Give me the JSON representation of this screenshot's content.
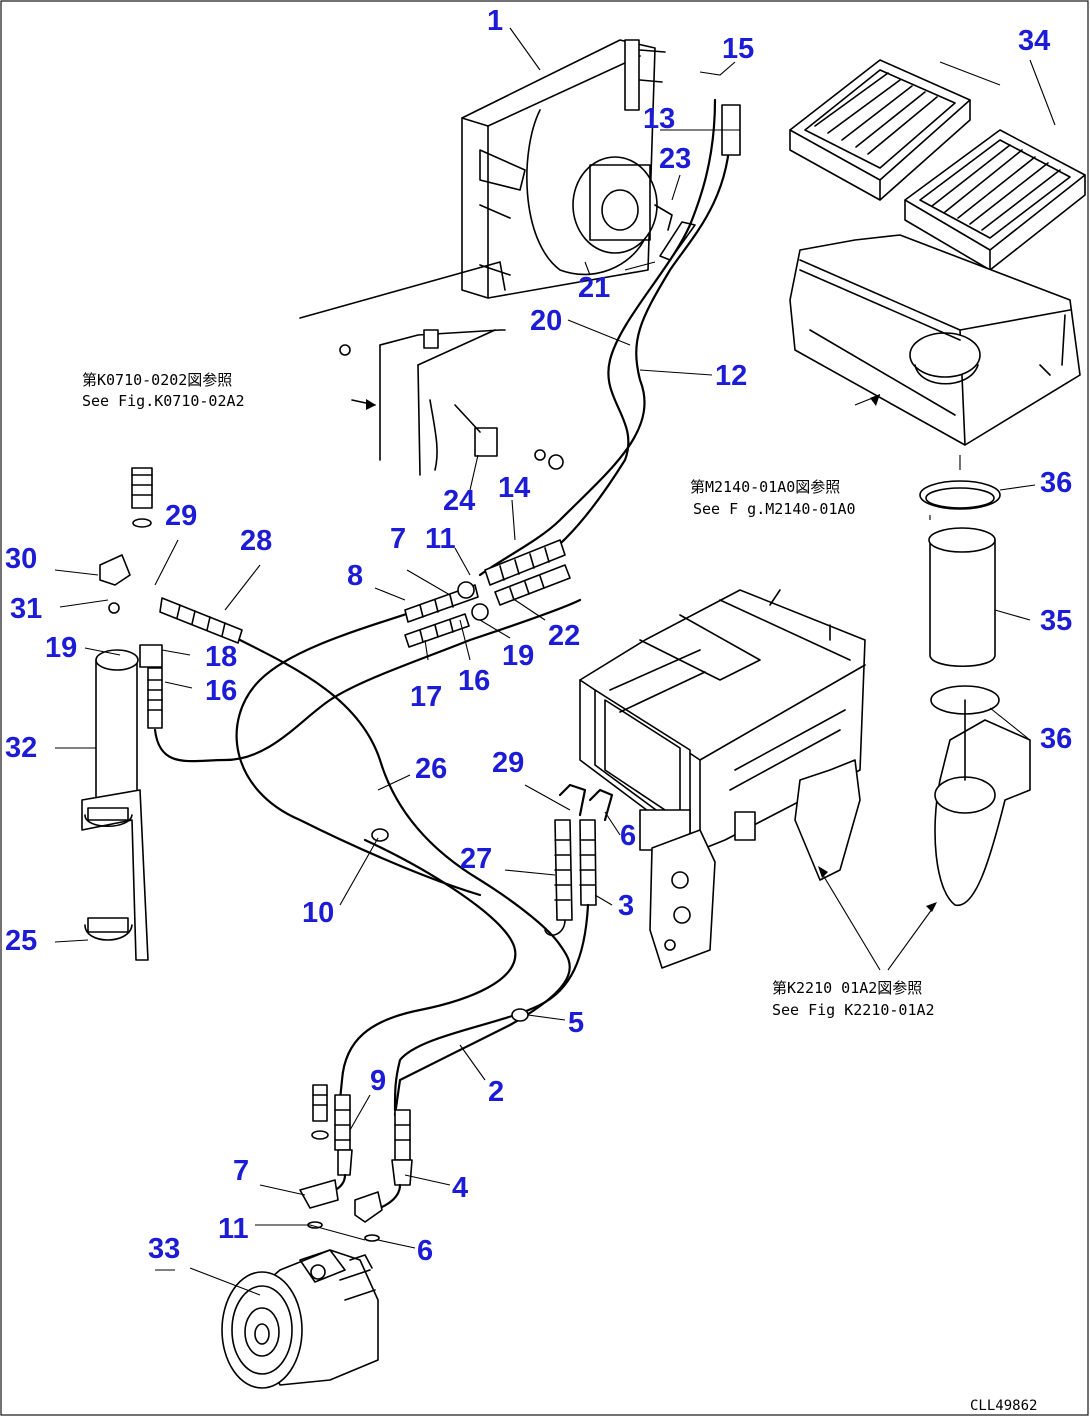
{
  "diagram": {
    "part_numbers": [
      "1",
      "2",
      "3",
      "4",
      "5",
      "6",
      "7",
      "8",
      "9",
      "10",
      "11",
      "12",
      "13",
      "14",
      "15",
      "16",
      "17",
      "18",
      "19",
      "20",
      "21",
      "22",
      "23",
      "24",
      "25",
      "26",
      "27",
      "28",
      "29",
      "30",
      "31",
      "32",
      "33",
      "34",
      "35",
      "36"
    ],
    "callouts": {
      "n1": "1",
      "n15": "15",
      "n13": "13",
      "n23": "23",
      "n34": "34",
      "n21": "21",
      "n20": "20",
      "n12": "12",
      "n14": "14",
      "n24": "24",
      "n36a": "36",
      "n35": "35",
      "n36b": "36",
      "n29a": "29",
      "n28": "28",
      "n30": "30",
      "n31": "31",
      "n19a": "19",
      "n18": "18",
      "n16a": "16",
      "n32": "32",
      "n8": "8",
      "n7a": "7",
      "n11a": "11",
      "n17": "17",
      "n16b": "16",
      "n19b": "19",
      "n22": "22",
      "n26": "26",
      "n29b": "29",
      "n27": "27",
      "n6a": "6",
      "n3": "3",
      "n10": "10",
      "n25": "25",
      "n5": "5",
      "n2": "2",
      "n9": "9",
      "n4": "4",
      "n7b": "7",
      "n11b": "11",
      "n6b": "6",
      "n33": "33"
    },
    "references": {
      "k0710_jp": "第K0710-0202図参照",
      "k0710_en": "See Fig.K0710-02A2",
      "m2140_jp": "第M2140-01A0図参照",
      "m2140_en": "See F g.M2140-01A0",
      "k2210_jp": "第K2210 01A2図参照",
      "k2210_en": "See Fig K2210-01A2"
    },
    "drawing_code": "CLL49862",
    "colors": {
      "callout": "#1c1cd6",
      "line": "#000000"
    }
  }
}
